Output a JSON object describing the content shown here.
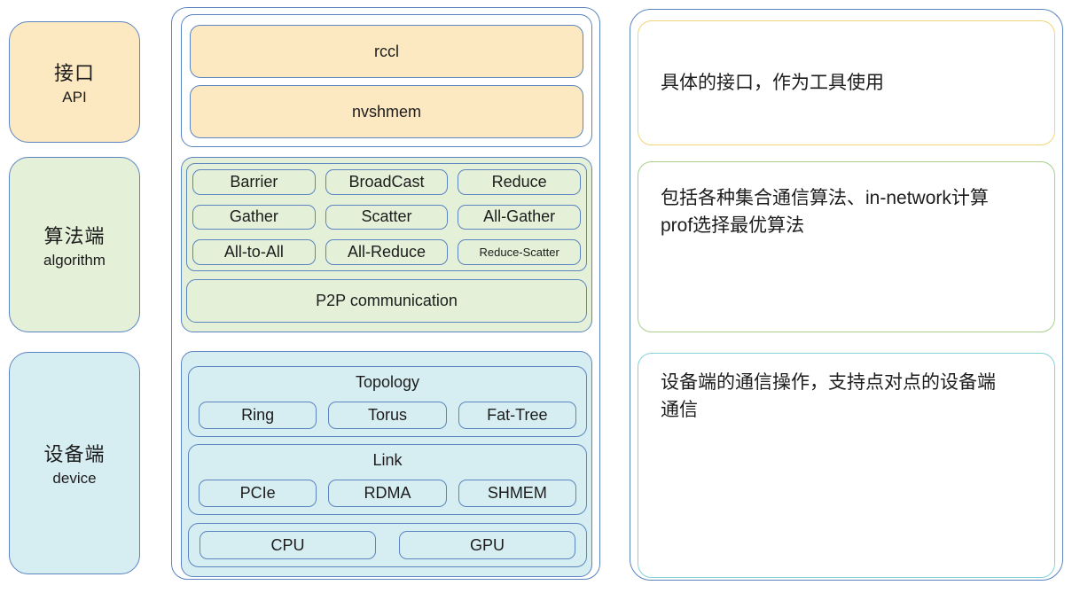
{
  "left_labels": [
    {
      "zh": "接口",
      "en": "API"
    },
    {
      "zh": "算法端",
      "en": "algorithm"
    },
    {
      "zh": "设备端",
      "en": "device"
    }
  ],
  "stack": {
    "api_items": [
      "rccl",
      "nvshmem"
    ],
    "algorithm": {
      "collective_ops": [
        "Barrier",
        "BroadCast",
        "Reduce",
        "Gather",
        "Scatter",
        "All-Gather",
        "All-to-All",
        "All-Reduce",
        "Reduce-Scatter"
      ],
      "p2p": "P2P communication"
    },
    "device": {
      "topology_title": "Topology",
      "topology_items": [
        "Ring",
        "Torus",
        "Fat-Tree"
      ],
      "link_title": "Link",
      "link_items": [
        "PCIe",
        "RDMA",
        "SHMEM"
      ],
      "compute_items": [
        "CPU",
        "GPU"
      ]
    }
  },
  "notes": [
    {
      "text": "具体的接口，作为工具使用"
    },
    {
      "text": "包括各种集合通信算法、in-network计算\nprof选择最优算法"
    },
    {
      "text": "设备端的通信操作，支持点对点的设备端\n通信"
    }
  ],
  "colors": {
    "border_blue": "#5b84c0",
    "fill_api": "#fce9c2",
    "fill_algorithm": "#e4f0d8",
    "fill_device": "#d6eef2",
    "note_border_api": "#f2d478",
    "note_border_algorithm": "#a8d08d",
    "note_border_device": "#85d2d8"
  }
}
